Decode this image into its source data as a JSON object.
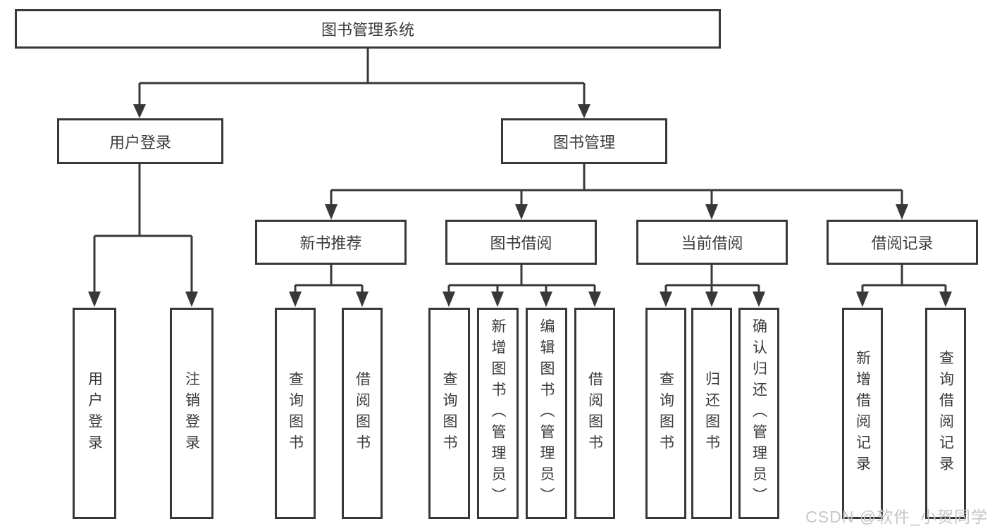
{
  "diagram": {
    "root": {
      "label": "图书管理系统"
    },
    "level2": [
      {
        "label": "用户登录",
        "parent": "图书管理系统"
      },
      {
        "label": "图书管理",
        "parent": "图书管理系统"
      }
    ],
    "level3": [
      {
        "label": "新书推荐",
        "parent": "图书管理"
      },
      {
        "label": "图书借阅",
        "parent": "图书管理"
      },
      {
        "label": "当前借阅",
        "parent": "图书管理"
      },
      {
        "label": "借阅记录",
        "parent": "图书管理"
      }
    ],
    "leaves": [
      {
        "label": "用户登录",
        "parent": "用户登录"
      },
      {
        "label": "注销登录",
        "parent": "用户登录"
      },
      {
        "label": "查询图书",
        "parent": "新书推荐"
      },
      {
        "label": "借阅图书",
        "parent": "新书推荐"
      },
      {
        "label": "查询图书",
        "parent": "图书借阅"
      },
      {
        "label": "新增图书（管理员）",
        "parent": "图书借阅"
      },
      {
        "label": "编辑图书（管理员）",
        "parent": "图书借阅"
      },
      {
        "label": "借阅图书",
        "parent": "图书借阅"
      },
      {
        "label": "查询图书",
        "parent": "当前借阅"
      },
      {
        "label": "归还图书",
        "parent": "当前借阅"
      },
      {
        "label": "确认归还（管理员）",
        "parent": "当前借阅"
      },
      {
        "label": "新增借阅记录",
        "parent": "借阅记录"
      },
      {
        "label": "查询借阅记录",
        "parent": "借阅记录"
      }
    ],
    "colors": {
      "line": "#383838",
      "text": "#3a3a3a",
      "background": "#ffffff"
    }
  },
  "watermark": {
    "text": "CSDN @软件_小贺同学",
    "color": "#c6c6c6"
  }
}
